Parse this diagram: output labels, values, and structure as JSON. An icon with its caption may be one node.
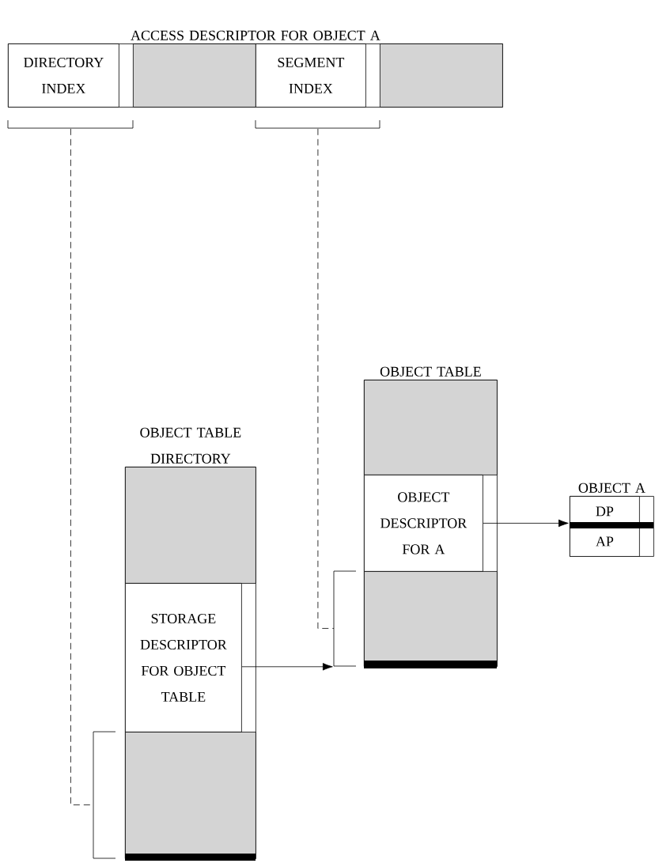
{
  "diagram": {
    "nodes": [
      {
        "text": [
          "ACCESS DESCRIPTOR FOR OBJECT A"
        ]
      },
      {
        "text": [
          "DIRECTORY INDEX"
        ],
        "in": 0
      },
      {
        "text": [],
        "shape": "box",
        "in": 0
      },
      {
        "text": [
          "SEGMENT INDEX"
        ],
        "in": 0
      },
      {
        "text": [],
        "shape": "box",
        "in": 0
      },
      {
        "text": [
          "OBJECT TABLE DIRECTORY"
        ]
      },
      {
        "text": [],
        "shape": "box",
        "in": 5
      },
      {
        "text": [
          "STORAGE DESCRIPTOR FOR OBJECT TABLE"
        ],
        "in": 5
      },
      {
        "text": [],
        "shape": "box",
        "in": 5
      },
      {
        "text": [
          "OBJECT TABLE"
        ]
      },
      {
        "text": [],
        "shape": "box",
        "in": 9
      },
      {
        "text": [
          "OBJECT DESCRIPTOR FOR A"
        ],
        "in": 9
      },
      {
        "text": [],
        "shape": "box",
        "in": 9
      },
      {
        "text": [
          "OBJECT A"
        ]
      },
      {
        "text": [
          "DP"
        ],
        "in": 13
      },
      {
        "text": [
          "AP"
        ],
        "in": 13
      },
      {
        "text": [],
        "shape": "bracket"
      },
      {
        "text": [],
        "shape": "bracket"
      },
      {
        "text": [],
        "shape": "bracket"
      },
      {
        "text": [],
        "shape": "bracket"
      }
    ],
    "edges": [
      {
        "from": 16,
        "to": 18,
        "arrow": "none",
        "style": "dashed"
      },
      {
        "from": 17,
        "to": 19,
        "arrow": "none",
        "style": "dashed"
      },
      {
        "from": 7,
        "to": 19,
        "arrow": "to"
      },
      {
        "from": 11,
        "to": 13,
        "arrow": "to"
      }
    ]
  }
}
